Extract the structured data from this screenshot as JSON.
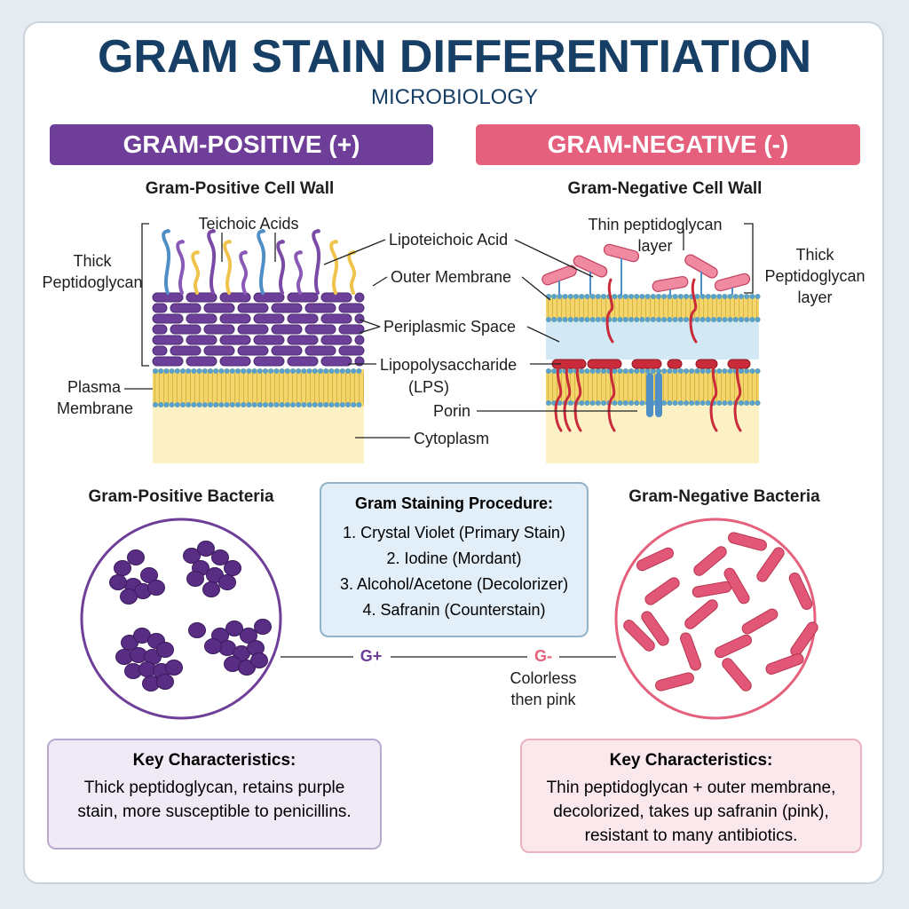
{
  "header": {
    "title": "GRAM STAIN DIFFERENTIATION",
    "subtitle": "MICROBIOLOGY"
  },
  "colors": {
    "title": "#173e64",
    "positive": "#6e3e98",
    "negative": "#e5607c",
    "peptidoglycan": "#6c3f99",
    "membrane_head": "#5aa1c9",
    "membrane_tail": "#f3d56b",
    "lps": "#c92b3a",
    "cytoplasm": "#fbf1c5",
    "periplasm": "#d3e8f5"
  },
  "banners": {
    "positive": "GRAM-POSITIVE (+)",
    "negative": "GRAM-NEGATIVE (-)"
  },
  "positive_wall": {
    "title": "Gram-Positive Cell Wall",
    "label_thick": [
      "Thick",
      "Peptidoglycan"
    ],
    "label_plasma": [
      "Plasma",
      "Membrane"
    ],
    "label_teichoic": "Teichoic Acids"
  },
  "center_labels": {
    "lipoteichoic": "Lipoteichoic Acid",
    "outer_membrane": "Outer Membrane",
    "periplasmic": "Periplasmic Space",
    "lps": [
      "Lipopolysaccharide",
      "(LPS)"
    ],
    "porin": "Porin",
    "cytoplasm": "Cytoplasm"
  },
  "negative_wall": {
    "title": "Gram-Negative Cell Wall",
    "label_thin": [
      "Thin peptidoglycan",
      "layer"
    ],
    "label_thick": [
      "Thick",
      "Peptidoglycan",
      "layer"
    ]
  },
  "bacteria": {
    "positive_title": "Gram-Positive Bacteria",
    "negative_title": "Gram-Negative Bacteria"
  },
  "procedure": {
    "title": "Gram Staining Procedure:",
    "steps": [
      "1. Crystal Violet (Primary Stain)",
      "2. Iodine (Mordant)",
      "3. Alcohol/Acetone (Decolorizer)",
      "4. Safranin (Counterstain)"
    ]
  },
  "result_labels": {
    "positive": "G+",
    "negative": "G-",
    "note": [
      "Colorless",
      "then pink"
    ]
  },
  "key_positive": {
    "title": "Key Characteristics:",
    "lines": [
      "Thick peptidoglycan, retains purple",
      "stain, more susceptible to penicillins."
    ]
  },
  "key_negative": {
    "title": "Key Characteristics:",
    "lines": [
      "Thin peptidoglycan + outer membrane,",
      "decolorized, takes up safranin (pink),",
      "resistant to many antibiotics."
    ]
  }
}
